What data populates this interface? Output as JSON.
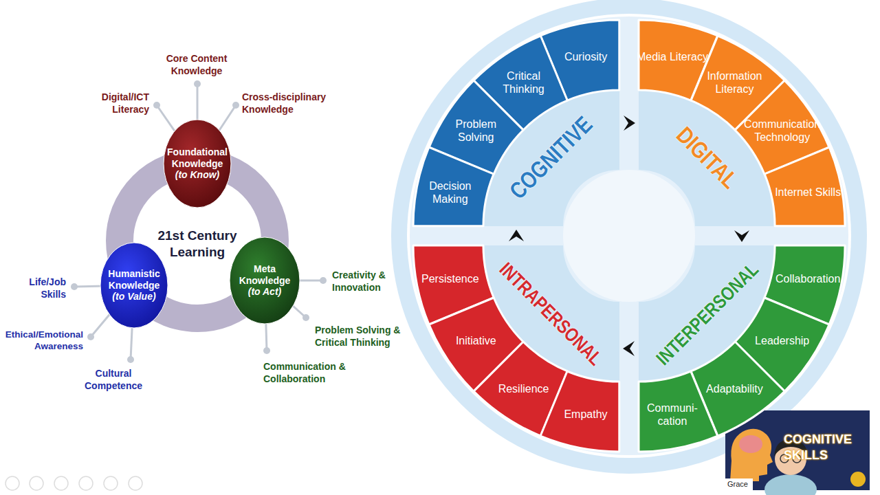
{
  "diagram": {
    "nodes": [
      {
        "text": [
          "21st Century Learning"
        ]
      },
      {
        "text": [
          "Foundational Knowledge",
          "(to Know)"
        ]
      },
      {
        "text": [
          "Humanistic Knowledge",
          "(to Value)"
        ]
      },
      {
        "text": [
          "Meta Knowledge",
          "(to Act)"
        ]
      },
      {
        "text": [
          "COGNITIVE"
        ]
      },
      {
        "text": [
          "Curiosity"
        ],
        "in": 4
      },
      {
        "text": [
          "Critical Thinking"
        ],
        "in": 4
      },
      {
        "text": [
          "Problem Solving"
        ],
        "in": 4
      },
      {
        "text": [
          "Decision Making"
        ],
        "in": 4
      },
      {
        "text": [
          "DIGITAL"
        ]
      },
      {
        "text": [
          "Media Literacy"
        ],
        "in": 9
      },
      {
        "text": [
          "Information Literacy"
        ],
        "in": 9
      },
      {
        "text": [
          "Communication Technology"
        ],
        "in": 9
      },
      {
        "text": [
          "Internet Skills"
        ],
        "in": 9
      },
      {
        "text": [
          "INTERPERSONAL"
        ]
      },
      {
        "text": [
          "Collaboration"
        ],
        "in": 14
      },
      {
        "text": [
          "Leadership"
        ],
        "in": 14
      },
      {
        "text": [
          "Adaptability"
        ],
        "in": 14
      },
      {
        "text": [
          "Communi- cation"
        ],
        "in": 14
      },
      {
        "text": [
          "INTRAPERSONAL"
        ]
      },
      {
        "text": [
          "Persistence"
        ],
        "in": 19
      },
      {
        "text": [
          "Initiative"
        ],
        "in": 19
      },
      {
        "text": [
          "Resilience"
        ],
        "in": 19
      },
      {
        "text": [
          "Empathy"
        ],
        "in": 19
      }
    ],
    "edges": [
      {
        "from": 4,
        "to": 9,
        "arrow": "to"
      },
      {
        "from": 9,
        "to": 14,
        "arrow": "to"
      },
      {
        "from": 14,
        "to": 19,
        "arrow": "to"
      },
      {
        "from": 19,
        "to": 4,
        "arrow": "to"
      }
    ],
    "labels": [
      "Core Content Knowledge",
      "Digital/ICT Literacy",
      "Cross-disciplinary Knowledge",
      "Creativity & Innovation",
      "Problem Solving & Critical Thinking",
      "Communication & Collaboration",
      "Life/Job Skills",
      "Ethical/Emotional Awareness",
      "Cultural Competence",
      "COGNITIVE SKILLS",
      "Grace"
    ]
  }
}
